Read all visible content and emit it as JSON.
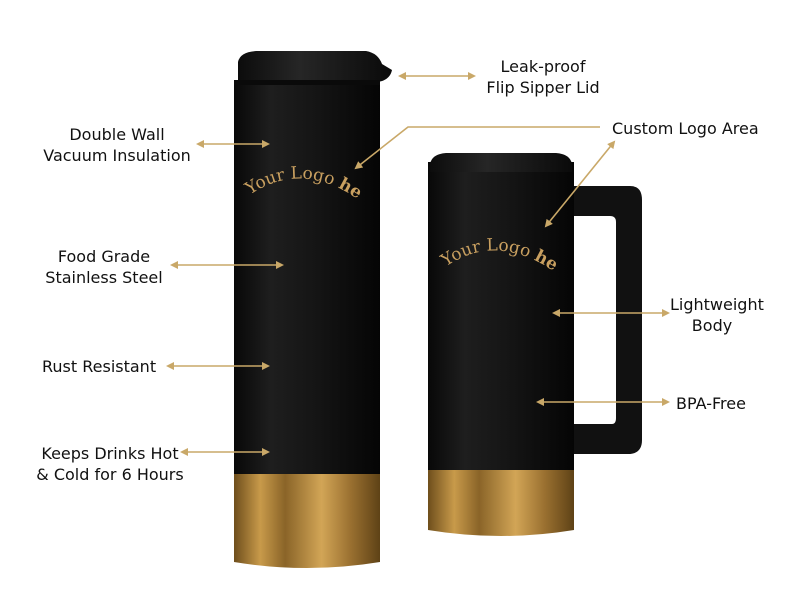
{
  "features": {
    "lid": [
      "Leak-proof",
      "Flip Sipper Lid"
    ],
    "insulation": [
      "Double Wall",
      "Vacuum Insulation"
    ],
    "logo_area": [
      "Custom Logo Area"
    ],
    "steel": [
      "Food Grade",
      "Stainless Steel"
    ],
    "rust": [
      "Rust Resistant"
    ],
    "hot_cold": [
      "Keeps Drinks Hot",
      "& Cold for 6 Hours"
    ],
    "lightweight": [
      "Lightweight",
      "Body"
    ],
    "bpa": [
      "BPA-Free"
    ]
  },
  "logo_text": {
    "tumbler_main": "Your Logo ",
    "tumbler_bold": "here.",
    "mug_main": "Your Logo ",
    "mug_bold": "here."
  },
  "colors": {
    "body": "#141414",
    "gold": "#b8893a",
    "arrow": "#c9a868",
    "logo": "#c9a060"
  }
}
